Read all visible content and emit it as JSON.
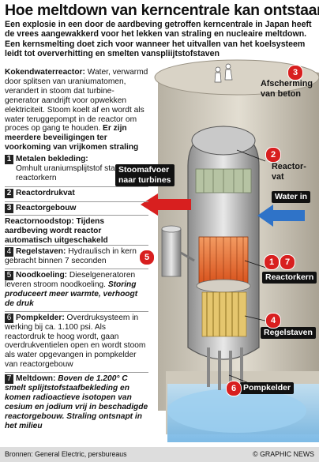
{
  "title": "Hoe meltdown van kerncentrale kan ontstaan",
  "subtitle": "Een explosie in een door de aardbeving getroffen kerncentrale in Japan heeft de vrees aangewakkerd voor het lekken van straling en nucleaire meltdown. Een kernsmelting doet zich voor wanneer het uitvallen van het koelsysteem leidt tot oververhitting en smelten vanspliijtstofstaven",
  "intro": {
    "heading": "Kokendwaterreactor:",
    "text": " Water, verwarmd door splitsen van uraniumatomen, verandert in stoom dat turbine-generator aandrijft voor opwekken elektriciteit. Stoom koelt af en wordt als water teruggepompt in de reactor om proces op gang te houden.",
    "bold_text": " Er zijn meerdere beveiligingen ter voorkoming van vrijkomen straling"
  },
  "items": [
    {
      "num": "1",
      "label": "Metalen bekleding:",
      "text": "Omhult uraniumsplijtstof staven in reactorkern"
    },
    {
      "num": "2",
      "label": "Reactordrukvat",
      "text": ""
    },
    {
      "num": "3",
      "label": "Reactorgebouw",
      "text": ""
    }
  ],
  "emergency": "Reactornoodstop: Tijdens aardbeving wordt reactor automatisch uitgeschakeld",
  "items2": [
    {
      "num": "4",
      "label": "Regelstaven:",
      "text": " Hydraulisch in kern gebracht binnen 7 seconden"
    },
    {
      "num": "5",
      "label": "Noodkoeling:",
      "text": " Dieselgeneratoren leveren stroom noodkoeling.",
      "italic": " Storing produceert meer warmte, verhoogt de druk"
    },
    {
      "num": "6",
      "label": "Pompkelder:",
      "text": " Overdruksysteem in werking bij ca. 1.100 psi. Als reactordruk te hoog wordt, gaan overdrukventielen open en wordt stoom als water opgevangen in pompkelder van reactorgebouw"
    },
    {
      "num": "7",
      "label": "Meltdown:",
      "italic": " Boven de 1.200° C smelt splijtstofstaafbekleding en komen radioactieve isotopen van cesium en jodium vrij in beschadigde reactorgebouw. Straling ontsnapt in het milieu"
    }
  ],
  "callouts": {
    "shielding": "Afscherming\nvan beton",
    "vessel": "Reactor-\nvat",
    "steam_out": "Stoomafvoer\nnaar turbines",
    "water_in": "Water in",
    "core": "Reactorkern",
    "rods": "Regelstaven",
    "pump": "Pompkelder"
  },
  "badges": [
    "3",
    "2",
    "5",
    "1",
    "7",
    "4",
    "6"
  ],
  "footer": {
    "source": "Bronnen: General Electric, persbureaus",
    "credit": "© GRAPHIC NEWS"
  },
  "colors": {
    "accent": "#d81f1f",
    "water": "#3a7bd5",
    "concrete": "#c9c3b5"
  }
}
